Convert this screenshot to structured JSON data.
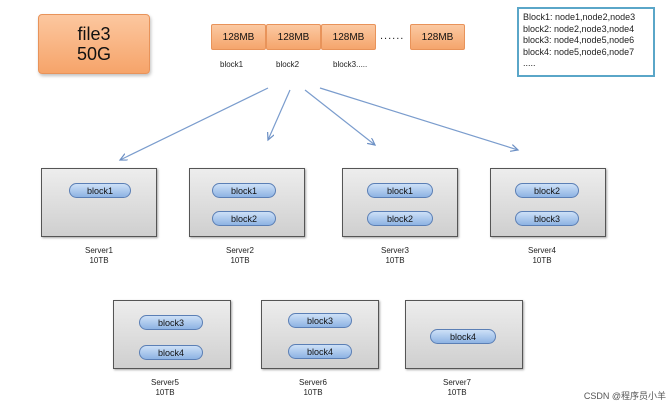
{
  "file": {
    "name": "file3",
    "size": "50G"
  },
  "blocks": [
    {
      "size": "128MB",
      "label": "block1"
    },
    {
      "size": "128MB",
      "label": "block2"
    },
    {
      "size": "128MB",
      "label": "block3....."
    },
    {
      "size": "128MB",
      "label": ""
    }
  ],
  "dots": "......",
  "legend": [
    "Block1: node1,node2,node3",
    "block2: node2,node3,node4",
    "block3: node4,node5,node6",
    "block4: node5,node6,node7",
    "....."
  ],
  "servers": [
    {
      "name": "Server1",
      "capacity": "10TB",
      "blocks": [
        "block1"
      ]
    },
    {
      "name": "Server2",
      "capacity": "10TB",
      "blocks": [
        "block1",
        "block2"
      ]
    },
    {
      "name": "Server3",
      "capacity": "10TB",
      "blocks": [
        "block1",
        "block2"
      ]
    },
    {
      "name": "Server4",
      "capacity": "10TB",
      "blocks": [
        "block2",
        "block3"
      ]
    },
    {
      "name": "Server5",
      "capacity": "10TB",
      "blocks": [
        "block3",
        "block4"
      ]
    },
    {
      "name": "Server6",
      "capacity": "10TB",
      "blocks": [
        "block3",
        "block4"
      ]
    },
    {
      "name": "Server7",
      "capacity": "10TB",
      "blocks": [
        "block4"
      ]
    }
  ],
  "watermark": "CSDN @程序员小羊"
}
